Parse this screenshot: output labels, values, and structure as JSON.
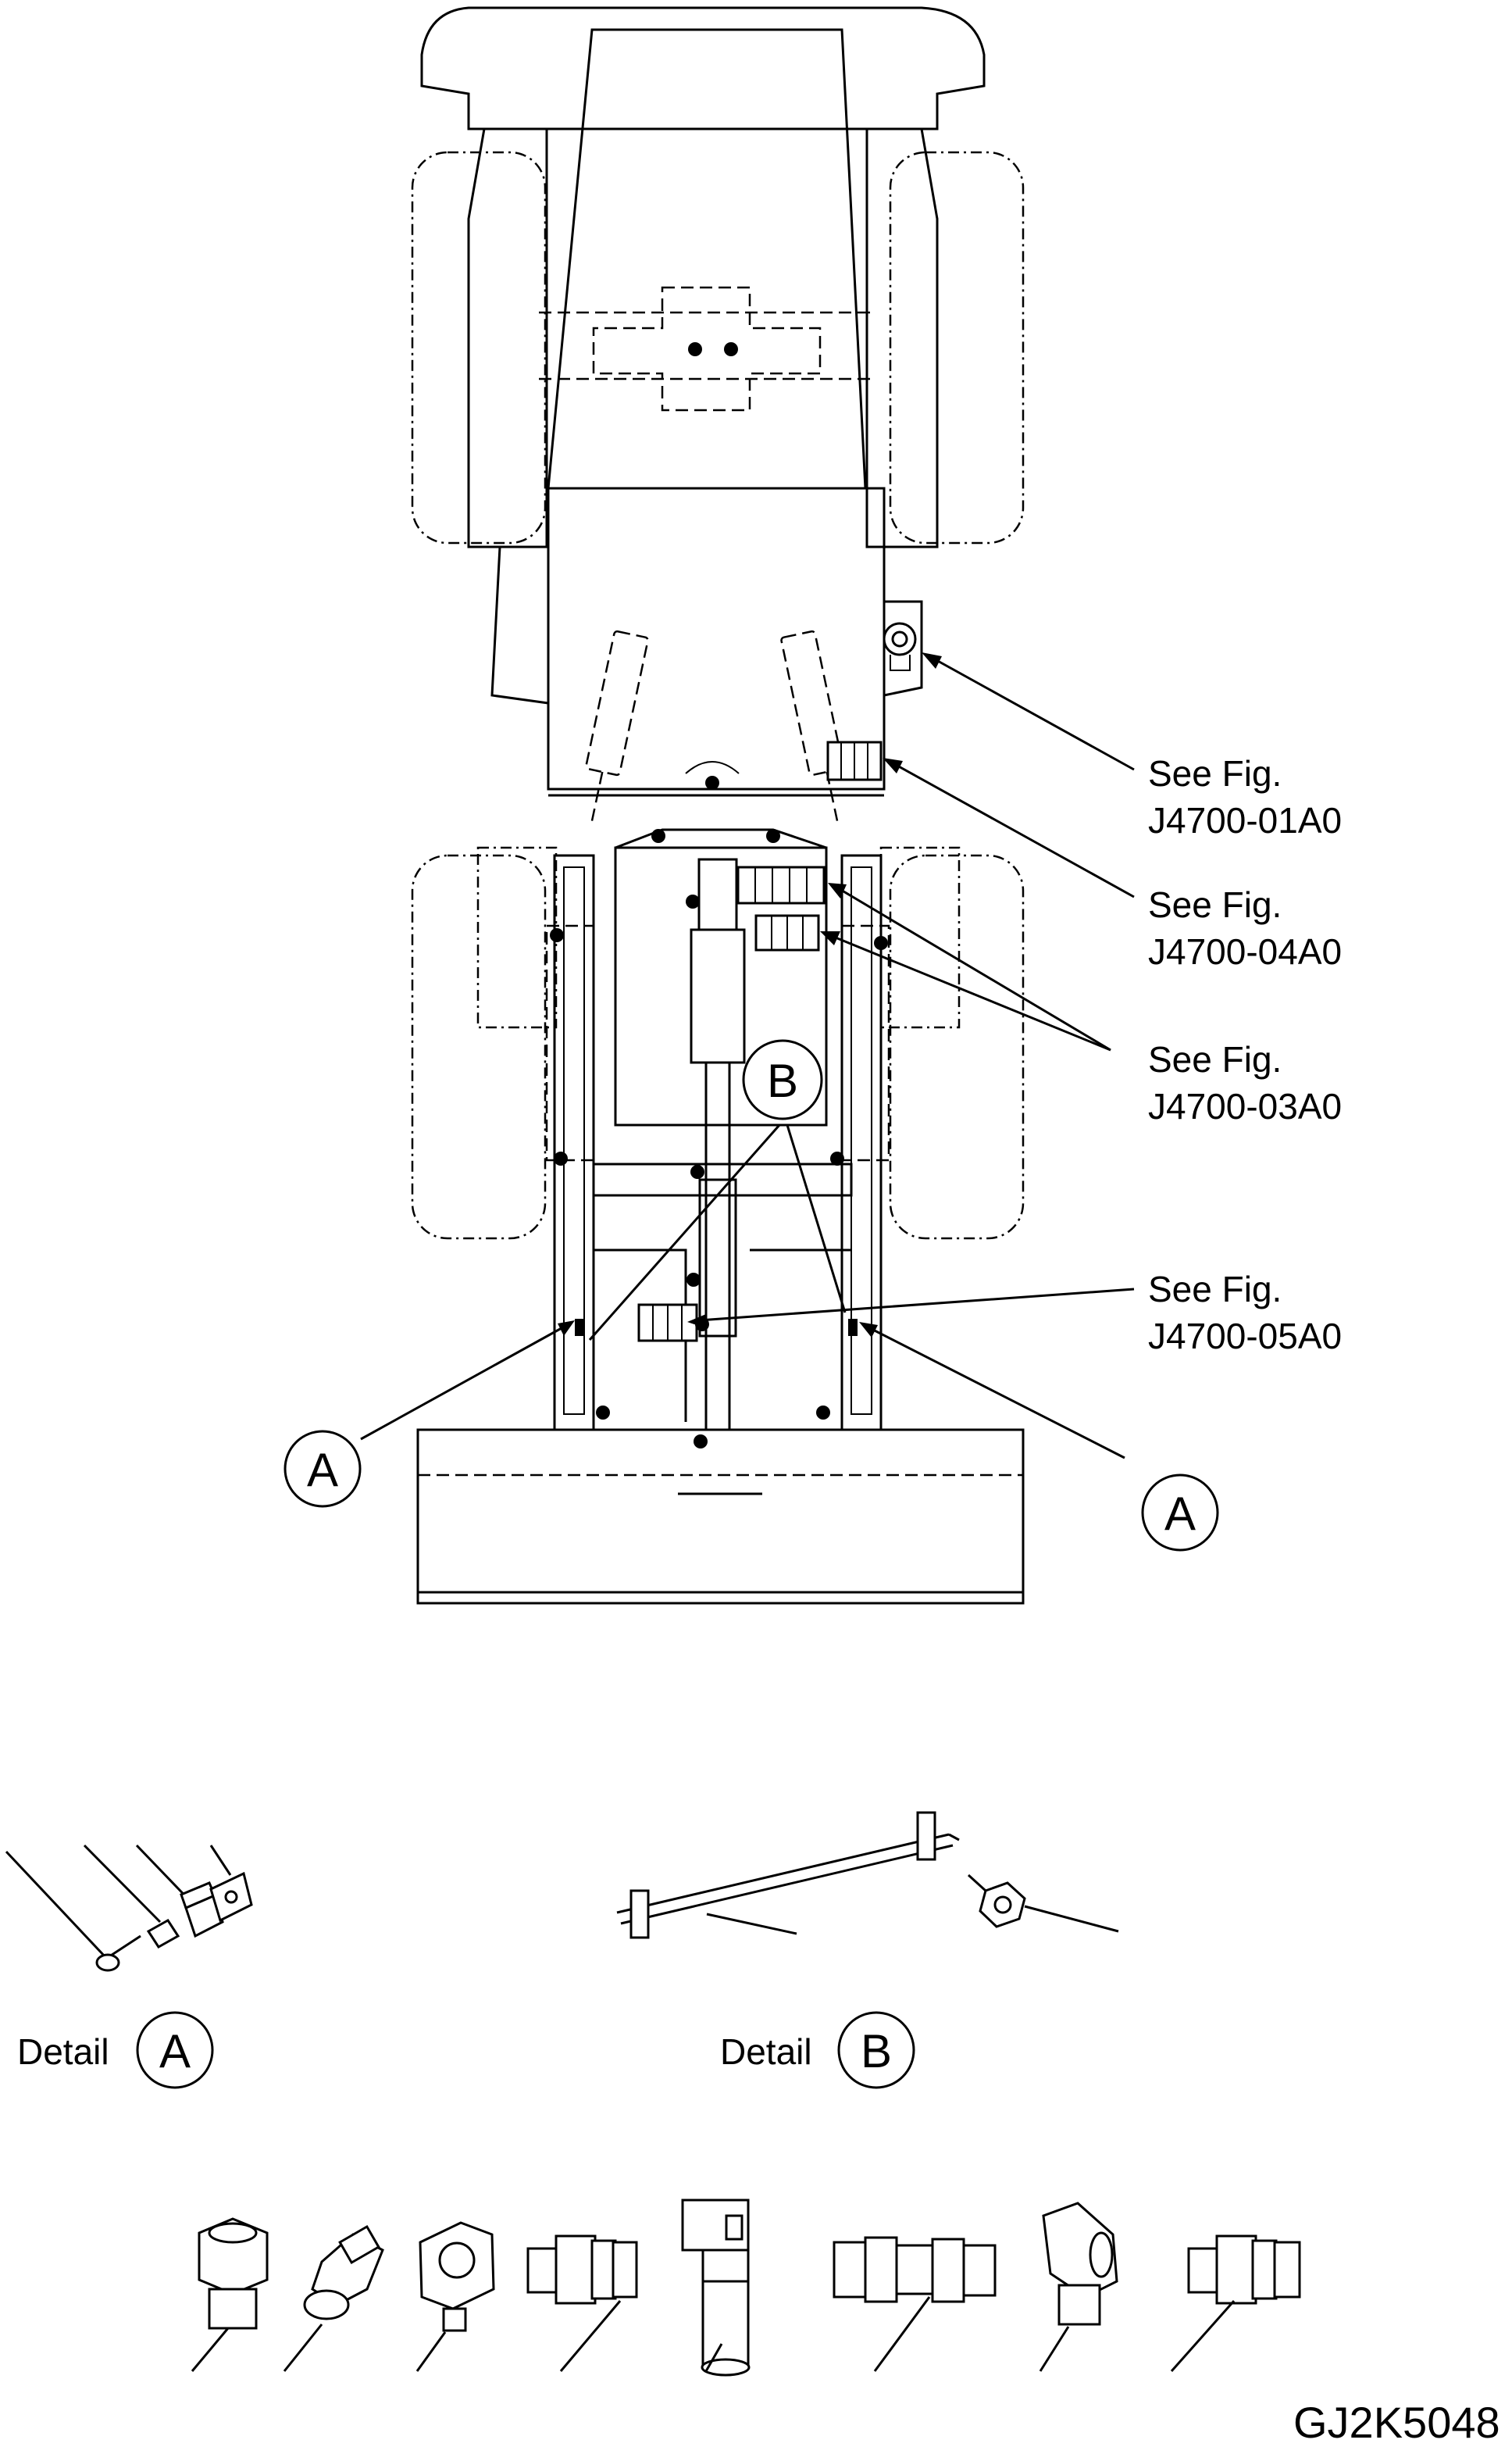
{
  "references": [
    {
      "line1": "See Fig.",
      "line2": "J4700-01A0"
    },
    {
      "line1": "See Fig.",
      "line2": "J4700-04A0"
    },
    {
      "line1": "See Fig.",
      "line2": "J4700-03A0"
    },
    {
      "line1": "See Fig.",
      "line2": "J4700-05A0"
    }
  ],
  "callouts": {
    "a": "A",
    "b": "B"
  },
  "details": [
    {
      "word": "Detail",
      "letter": "A"
    },
    {
      "word": "Detail",
      "letter": "B"
    }
  ],
  "drawing_code": "GJ2K5048"
}
